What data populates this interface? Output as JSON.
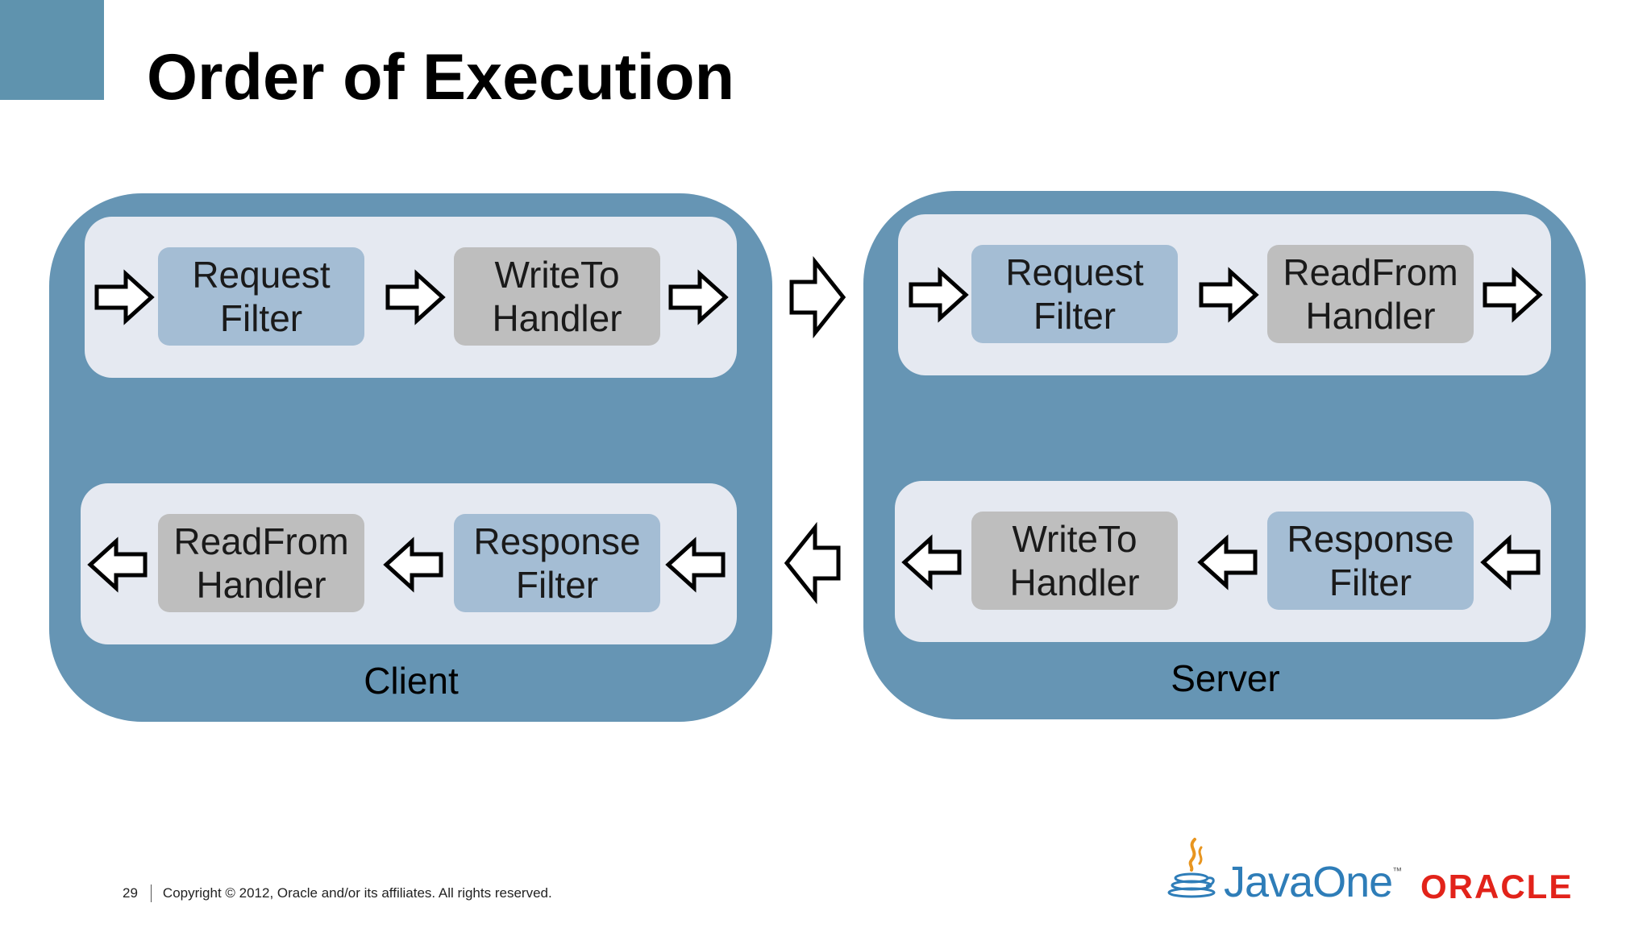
{
  "title": "Order of Execution",
  "client": {
    "label": "Client",
    "request_lane": {
      "filter": [
        "Request",
        "Filter"
      ],
      "handler": [
        "WriteTo",
        "Handler"
      ]
    },
    "response_lane": {
      "handler": [
        "ReadFrom",
        "Handler"
      ],
      "filter": [
        "Response",
        "Filter"
      ]
    }
  },
  "server": {
    "label": "Server",
    "request_lane": {
      "filter": [
        "Request",
        "Filter"
      ],
      "handler": [
        "ReadFrom",
        "Handler"
      ]
    },
    "response_lane": {
      "handler": [
        "WriteTo",
        "Handler"
      ],
      "filter": [
        "Response",
        "Filter"
      ]
    }
  },
  "footer": {
    "page_number": "29",
    "copyright": "Copyright © 2012, Oracle and/or its affiliates. All rights reserved."
  },
  "logos": {
    "javaone": "JavaOne",
    "javaone_tm": "™",
    "oracle": "ORACLE"
  },
  "colors": {
    "accent": "#5f93ae",
    "panel": "#6695b4",
    "lane": "#e5e9f1",
    "filter_box": "#a4bdd4",
    "handler_box": "#bebebe",
    "oracle_red": "#e2231a",
    "javaone_blue": "#2e7db8"
  },
  "icons": {
    "flow_arrow": "outline-arrow-icon",
    "java_logo": "java-cup-icon"
  }
}
